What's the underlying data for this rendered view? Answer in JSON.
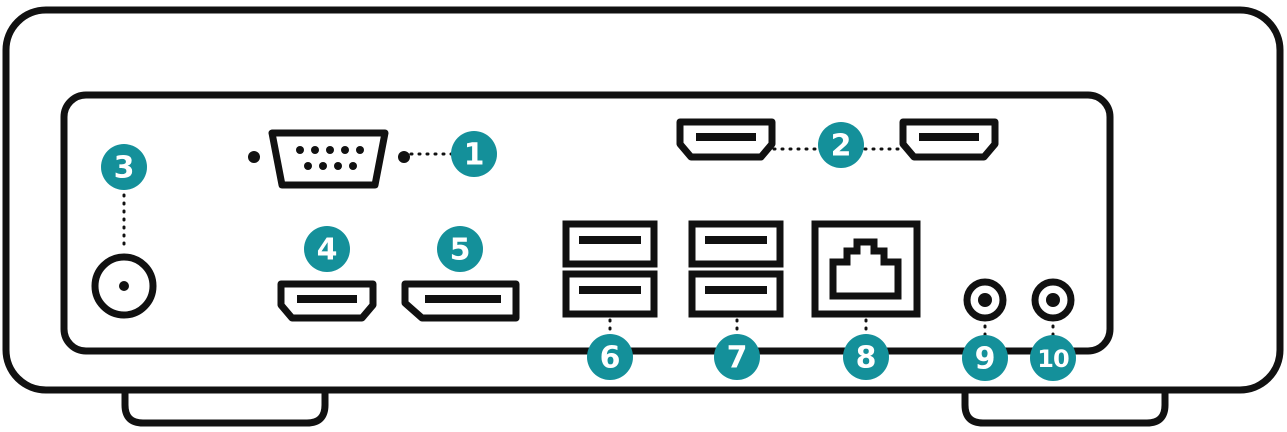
{
  "colors": {
    "outline": "#111111",
    "badge": "#14909a",
    "badge_text": "#ffffff",
    "background": "#ffffff"
  },
  "callouts": {
    "c1": "1",
    "c2": "2",
    "c3": "3",
    "c4": "4",
    "c5": "5",
    "c6": "6",
    "c7": "7",
    "c8": "8",
    "c9": "9",
    "c10": "10"
  }
}
